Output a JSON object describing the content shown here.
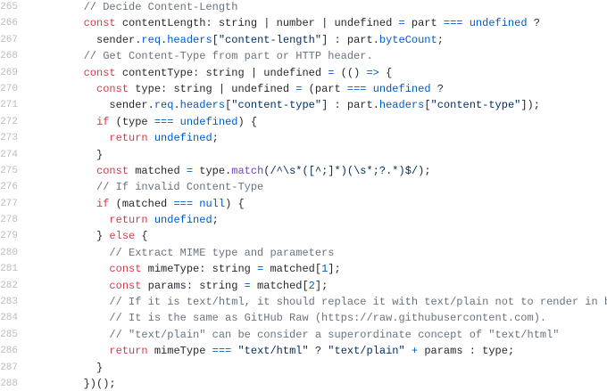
{
  "colors": {
    "background": "#ffffff",
    "line_number": "#bcbcbc",
    "plain": "#24292e",
    "keyword": "#d73a49",
    "constant": "#005cc5",
    "string": "#032f62",
    "function": "#6f42c1",
    "comment": "#6a737d"
  },
  "lines": [
    {
      "n": "265",
      "tokens": [
        [
          "plain",
          "        "
        ],
        [
          "comment",
          "// Decide Content-Length"
        ]
      ]
    },
    {
      "n": "266",
      "tokens": [
        [
          "plain",
          "        "
        ],
        [
          "kw",
          "const"
        ],
        [
          "plain",
          " contentLength: string | number | undefined "
        ],
        [
          "const",
          "="
        ],
        [
          "plain",
          " part "
        ],
        [
          "const",
          "==="
        ],
        [
          "plain",
          " "
        ],
        [
          "const",
          "undefined"
        ],
        [
          "plain",
          " ?"
        ]
      ]
    },
    {
      "n": "267",
      "tokens": [
        [
          "plain",
          "          sender."
        ],
        [
          "const",
          "req"
        ],
        [
          "plain",
          "."
        ],
        [
          "const",
          "headers"
        ],
        [
          "plain",
          "["
        ],
        [
          "str",
          "\"content-length\""
        ],
        [
          "plain",
          "] : part."
        ],
        [
          "const",
          "byteCount"
        ],
        [
          "plain",
          ";"
        ]
      ]
    },
    {
      "n": "268",
      "tokens": [
        [
          "plain",
          "        "
        ],
        [
          "comment",
          "// Get Content-Type from part or HTTP header."
        ]
      ]
    },
    {
      "n": "269",
      "tokens": [
        [
          "plain",
          "        "
        ],
        [
          "kw",
          "const"
        ],
        [
          "plain",
          " contentType: string | undefined "
        ],
        [
          "const",
          "="
        ],
        [
          "plain",
          " (() "
        ],
        [
          "const",
          "=>"
        ],
        [
          "plain",
          " {"
        ]
      ]
    },
    {
      "n": "270",
      "tokens": [
        [
          "plain",
          "          "
        ],
        [
          "kw",
          "const"
        ],
        [
          "plain",
          " type: string | undefined "
        ],
        [
          "const",
          "="
        ],
        [
          "plain",
          " (part "
        ],
        [
          "const",
          "==="
        ],
        [
          "plain",
          " "
        ],
        [
          "const",
          "undefined"
        ],
        [
          "plain",
          " ?"
        ]
      ]
    },
    {
      "n": "271",
      "tokens": [
        [
          "plain",
          "            sender."
        ],
        [
          "const",
          "req"
        ],
        [
          "plain",
          "."
        ],
        [
          "const",
          "headers"
        ],
        [
          "plain",
          "["
        ],
        [
          "str",
          "\"content-type\""
        ],
        [
          "plain",
          "] : part."
        ],
        [
          "const",
          "headers"
        ],
        [
          "plain",
          "["
        ],
        [
          "str",
          "\"content-type\""
        ],
        [
          "plain",
          "]);"
        ]
      ]
    },
    {
      "n": "272",
      "tokens": [
        [
          "plain",
          "          "
        ],
        [
          "kw",
          "if"
        ],
        [
          "plain",
          " (type "
        ],
        [
          "const",
          "==="
        ],
        [
          "plain",
          " "
        ],
        [
          "const",
          "undefined"
        ],
        [
          "plain",
          ") {"
        ]
      ]
    },
    {
      "n": "273",
      "tokens": [
        [
          "plain",
          "            "
        ],
        [
          "kw",
          "return"
        ],
        [
          "plain",
          " "
        ],
        [
          "const",
          "undefined"
        ],
        [
          "plain",
          ";"
        ]
      ]
    },
    {
      "n": "274",
      "tokens": [
        [
          "plain",
          "          }"
        ]
      ]
    },
    {
      "n": "275",
      "tokens": [
        [
          "plain",
          "          "
        ],
        [
          "kw",
          "const"
        ],
        [
          "plain",
          " matched "
        ],
        [
          "const",
          "="
        ],
        [
          "plain",
          " type."
        ],
        [
          "fn",
          "match"
        ],
        [
          "plain",
          "("
        ],
        [
          "regex",
          "/^\\s*([^;]*)(\\s*;?.*)$/"
        ],
        [
          "plain",
          ");"
        ]
      ]
    },
    {
      "n": "276",
      "tokens": [
        [
          "plain",
          "          "
        ],
        [
          "comment",
          "// If invalid Content-Type"
        ]
      ]
    },
    {
      "n": "277",
      "tokens": [
        [
          "plain",
          "          "
        ],
        [
          "kw",
          "if"
        ],
        [
          "plain",
          " (matched "
        ],
        [
          "const",
          "==="
        ],
        [
          "plain",
          " "
        ],
        [
          "const",
          "null"
        ],
        [
          "plain",
          ") {"
        ]
      ]
    },
    {
      "n": "278",
      "tokens": [
        [
          "plain",
          "            "
        ],
        [
          "kw",
          "return"
        ],
        [
          "plain",
          " "
        ],
        [
          "const",
          "undefined"
        ],
        [
          "plain",
          ";"
        ]
      ]
    },
    {
      "n": "279",
      "tokens": [
        [
          "plain",
          "          } "
        ],
        [
          "kw",
          "else"
        ],
        [
          "plain",
          " {"
        ]
      ]
    },
    {
      "n": "280",
      "tokens": [
        [
          "plain",
          "            "
        ],
        [
          "comment",
          "// Extract MIME type and parameters"
        ]
      ]
    },
    {
      "n": "281",
      "tokens": [
        [
          "plain",
          "            "
        ],
        [
          "kw",
          "const"
        ],
        [
          "plain",
          " mimeType: string "
        ],
        [
          "const",
          "="
        ],
        [
          "plain",
          " matched["
        ],
        [
          "num",
          "1"
        ],
        [
          "plain",
          "];"
        ]
      ]
    },
    {
      "n": "282",
      "tokens": [
        [
          "plain",
          "            "
        ],
        [
          "kw",
          "const"
        ],
        [
          "plain",
          " params: string "
        ],
        [
          "const",
          "="
        ],
        [
          "plain",
          " matched["
        ],
        [
          "num",
          "2"
        ],
        [
          "plain",
          "];"
        ]
      ]
    },
    {
      "n": "283",
      "tokens": [
        [
          "plain",
          "            "
        ],
        [
          "comment",
          "// If it is text/html, it should replace it with text/plain not to render in browser."
        ]
      ]
    },
    {
      "n": "284",
      "tokens": [
        [
          "plain",
          "            "
        ],
        [
          "comment",
          "// It is the same as GitHub Raw (https://raw.githubusercontent.com)."
        ]
      ]
    },
    {
      "n": "285",
      "tokens": [
        [
          "plain",
          "            "
        ],
        [
          "comment",
          "// \"text/plain\" can be consider a superordinate concept of \"text/html\""
        ]
      ]
    },
    {
      "n": "286",
      "tokens": [
        [
          "plain",
          "            "
        ],
        [
          "kw",
          "return"
        ],
        [
          "plain",
          " mimeType "
        ],
        [
          "const",
          "==="
        ],
        [
          "plain",
          " "
        ],
        [
          "str",
          "\"text/html\""
        ],
        [
          "plain",
          " ? "
        ],
        [
          "str",
          "\"text/plain\""
        ],
        [
          "plain",
          " "
        ],
        [
          "const",
          "+"
        ],
        [
          "plain",
          " params : type;"
        ]
      ]
    },
    {
      "n": "287",
      "tokens": [
        [
          "plain",
          "          }"
        ]
      ]
    },
    {
      "n": "288",
      "tokens": [
        [
          "plain",
          "        })();"
        ]
      ]
    }
  ]
}
